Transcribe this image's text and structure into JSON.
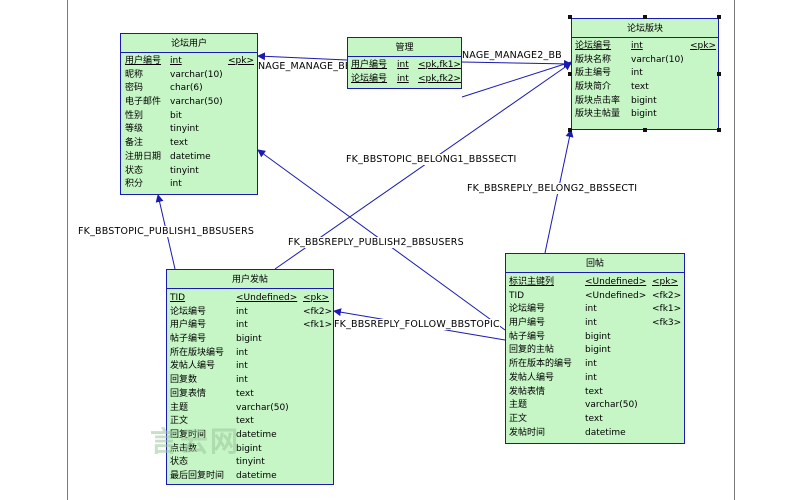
{
  "entities": {
    "bbsusers": {
      "title": "论坛用户",
      "rows": [
        {
          "name": "用户编号",
          "type": "int",
          "key": "<pk>"
        },
        {
          "name": "昵称",
          "type": "varchar(10)",
          "key": ""
        },
        {
          "name": "密码",
          "type": "char(6)",
          "key": ""
        },
        {
          "name": "电子邮件",
          "type": "varchar(50)",
          "key": ""
        },
        {
          "name": "性别",
          "type": "bit",
          "key": ""
        },
        {
          "name": "等级",
          "type": "tinyint",
          "key": ""
        },
        {
          "name": "备注",
          "type": "text",
          "key": ""
        },
        {
          "name": "注册日期",
          "type": "datetime",
          "key": ""
        },
        {
          "name": "状态",
          "type": "tinyint",
          "key": ""
        },
        {
          "name": "积分",
          "type": "int",
          "key": ""
        }
      ]
    },
    "manage": {
      "title": "管理",
      "rows": [
        {
          "name": "用户编号",
          "type": "int",
          "key": "<pk,fk1>"
        },
        {
          "name": "论坛编号",
          "type": "int",
          "key": "<pk,fk2>"
        }
      ]
    },
    "bbssection": {
      "title": "论坛版块",
      "rows": [
        {
          "name": "论坛编号",
          "type": "int",
          "key": "<pk>"
        },
        {
          "name": "版块名称",
          "type": "varchar(10)",
          "key": ""
        },
        {
          "name": "版主编号",
          "type": "int",
          "key": ""
        },
        {
          "name": "版块简介",
          "type": "text",
          "key": ""
        },
        {
          "name": "版块点击率",
          "type": "bigint",
          "key": ""
        },
        {
          "name": "版块主帖量",
          "type": "bigint",
          "key": ""
        }
      ]
    },
    "bbstopic": {
      "title": "用户发帖",
      "rows": [
        {
          "name": "TID",
          "type": "<Undefined>",
          "key": "<pk>"
        },
        {
          "name": "论坛编号",
          "type": "int",
          "key": "<fk2>"
        },
        {
          "name": "用户编号",
          "type": "int",
          "key": "<fk1>"
        },
        {
          "name": "帖子编号",
          "type": "bigint",
          "key": ""
        },
        {
          "name": "所在版块编号",
          "type": "int",
          "key": ""
        },
        {
          "name": "发帖人编号",
          "type": "int",
          "key": ""
        },
        {
          "name": "回复数",
          "type": "int",
          "key": ""
        },
        {
          "name": "回复表情",
          "type": "text",
          "key": ""
        },
        {
          "name": "主题",
          "type": "varchar(50)",
          "key": ""
        },
        {
          "name": "正文",
          "type": "text",
          "key": ""
        },
        {
          "name": "回复时间",
          "type": "datetime",
          "key": ""
        },
        {
          "name": "点击数",
          "type": "bigint",
          "key": ""
        },
        {
          "name": "状态",
          "type": "tinyint",
          "key": ""
        },
        {
          "name": "最后回复时间",
          "type": "datetime",
          "key": ""
        }
      ]
    },
    "bbsreply": {
      "title": "回帖",
      "rows": [
        {
          "name": "标识主键列",
          "type": "<Undefined>",
          "key": "<pk>"
        },
        {
          "name": "TID",
          "type": "<Undefined>",
          "key": "<fk2>"
        },
        {
          "name": "论坛编号",
          "type": "int",
          "key": "<fk1>"
        },
        {
          "name": "用户编号",
          "type": "int",
          "key": "<fk3>"
        },
        {
          "name": "帖子编号",
          "type": "bigint",
          "key": ""
        },
        {
          "name": "回复的主帖",
          "type": "bigint",
          "key": ""
        },
        {
          "name": "所在版本的编号",
          "type": "int",
          "key": ""
        },
        {
          "name": "发帖人编号",
          "type": "int",
          "key": ""
        },
        {
          "name": "发帖表情",
          "type": "text",
          "key": ""
        },
        {
          "name": "主题",
          "type": "varchar(50)",
          "key": ""
        },
        {
          "name": "正文",
          "type": "text",
          "key": ""
        },
        {
          "name": "发帖时间",
          "type": "datetime",
          "key": ""
        }
      ]
    }
  },
  "labels": {
    "manage1": "NAGE_MANAGE_BB",
    "manage2": "NAGE_MANAGE2_BB",
    "topic_belong": "FK_BBSTOPIC_BELONG1_BBSSECTI",
    "reply_belong": "FK_BBSREPLY_BELONG2_BBSSECTI",
    "topic_publish": "FK_BBSTOPIC_PUBLISH1_BBSUSERS",
    "reply_publish": "FK_BBSREPLY_PUBLISH2_BBSUSERS",
    "reply_follow": "FK_BBSREPLY_FOLLOW_BBSTOPIC"
  },
  "watermark": "言云网",
  "colors": {
    "entity_fill": "#c6f5c6",
    "entity_border": "#1a1ab0",
    "link": "#1a1ab0"
  }
}
